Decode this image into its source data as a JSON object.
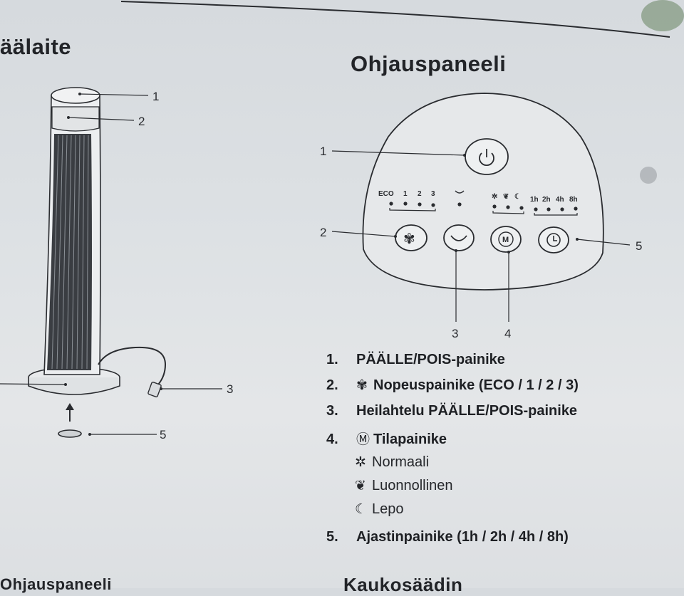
{
  "headings": {
    "left": "äälaite",
    "right": "Ohjauspaneeli",
    "bottom_left": "Ohjauspaneeli",
    "bottom_right": "Kaukosäädin"
  },
  "device_callouts": [
    "1",
    "2",
    "3",
    "5"
  ],
  "panel_callouts": [
    "1",
    "2",
    "3",
    "4",
    "5"
  ],
  "panel_labels": {
    "eco": "ECO",
    "speed_1": "1",
    "speed_2": "2",
    "speed_3": "3",
    "timer_1h": "1h",
    "timer_2h": "2h",
    "timer_4h": "4h",
    "timer_8h": "8h"
  },
  "legend": [
    {
      "num": "1.",
      "icon": "",
      "text": "PÄÄLLE/POIS-painike"
    },
    {
      "num": "2.",
      "icon": "fan-icon",
      "text": "Nopeuspainike (ECO / 1 / 2 / 3)"
    },
    {
      "num": "3.",
      "icon": "",
      "text": "Heilahtelu PÄÄLLE/POIS-painike"
    },
    {
      "num": "4.",
      "icon": "mode-icon",
      "text": "Tilapainike"
    }
  ],
  "modes": [
    {
      "icon": "normal-mode-icon",
      "text": "Normaali"
    },
    {
      "icon": "natural-mode-icon",
      "text": "Luonnollinen"
    },
    {
      "icon": "sleep-mode-icon",
      "text": "Lepo"
    }
  ],
  "legend_last": {
    "num": "5.",
    "text": "Ajastinpainike (1h / 2h / 4h / 8h)"
  }
}
